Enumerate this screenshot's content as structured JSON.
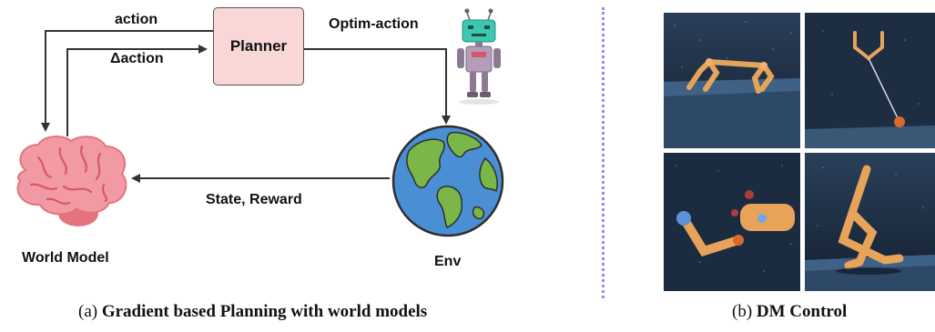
{
  "diagram": {
    "planner_label": "Planner",
    "arrow_action": "action",
    "arrow_delta_action": "Δaction",
    "arrow_optim_action": "Optim-action",
    "arrow_state_reward": "State, Reward",
    "world_model_label": "World Model",
    "env_label": "Env"
  },
  "captions": {
    "a_prefix": "(a)",
    "a_title": "Gradient based Planning with world models",
    "b_prefix": "(b)",
    "b_title": "DM Control"
  },
  "colors": {
    "planner_fill": "#f8d7d6",
    "brain": "#f29aa4",
    "ocean": "#4a8fd4",
    "land": "#7ab648",
    "divider": "#8f8ff0",
    "limb": "#e7a35a",
    "sim_bg": "#1a2a3e"
  },
  "icons": [
    "brain-icon",
    "robot-icon",
    "globe-icon"
  ]
}
